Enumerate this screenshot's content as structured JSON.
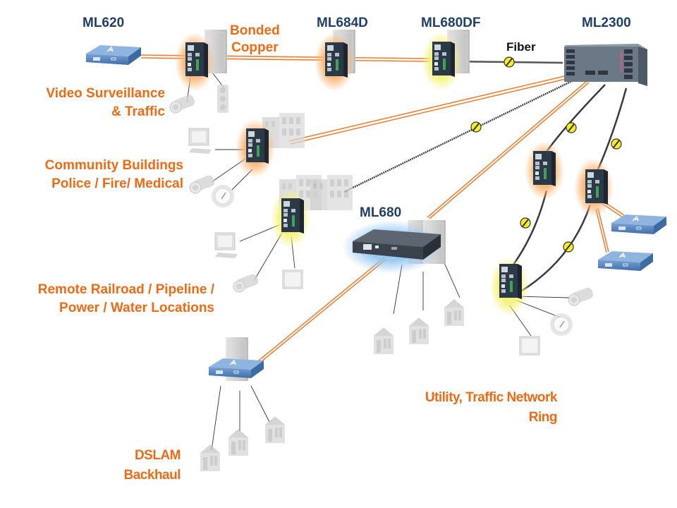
{
  "diagram": {
    "colors": {
      "model_label": "#1f3e6e",
      "site_label": "#f06a14",
      "copper_link": "#f07a2a",
      "fiber_link": "#444444",
      "fiber_marker": "#f4ee22",
      "glow_orange": "#f9b877",
      "glow_yellow": "#f5f27a",
      "glow_blue": "#8fc4f0",
      "device_dark": "#2c3a48",
      "device_blue": "#4f80b9",
      "endpoint_grey": "#cfcfcf"
    },
    "models": {
      "ml620": "ML620",
      "ml684d": "ML684D",
      "ml680df": "ML680DF",
      "ml2300": "ML2300",
      "ml680": "ML680"
    },
    "link_labels": {
      "bonded_copper_line1": "Bonded",
      "bonded_copper_line2": "Copper",
      "fiber": "Fiber"
    },
    "sites": {
      "video_line1": "Video Surveillance",
      "video_line2": "& Traffic",
      "community_line1": "Community Buildings",
      "community_line2": "Police / Fire/ Medical",
      "remote_line1": "Remote Railroad / Pipeline /",
      "remote_line2": "Power / Water Locations",
      "utility_line1": "Utility, Traffic Network",
      "utility_line2": "Ring",
      "dslam_line1": "DSLAM",
      "dslam_line2": "Backhaul"
    },
    "icons": {
      "chassis": "ml2300-chassis-icon",
      "din_switch": "din-rail-switch-icon",
      "desktop_unit": "desktop-unit-icon",
      "rack_unit": "ml680-rack-unit-icon",
      "camera": "camera-icon",
      "traffic_light": "traffic-light-icon",
      "computer": "computer-icon",
      "gauge": "gauge-icon",
      "panel": "panel-icon",
      "building": "building-icon",
      "house": "house-icon",
      "cabinet": "cabinet-icon",
      "fiber_marker": "fiber-marker-icon"
    }
  }
}
